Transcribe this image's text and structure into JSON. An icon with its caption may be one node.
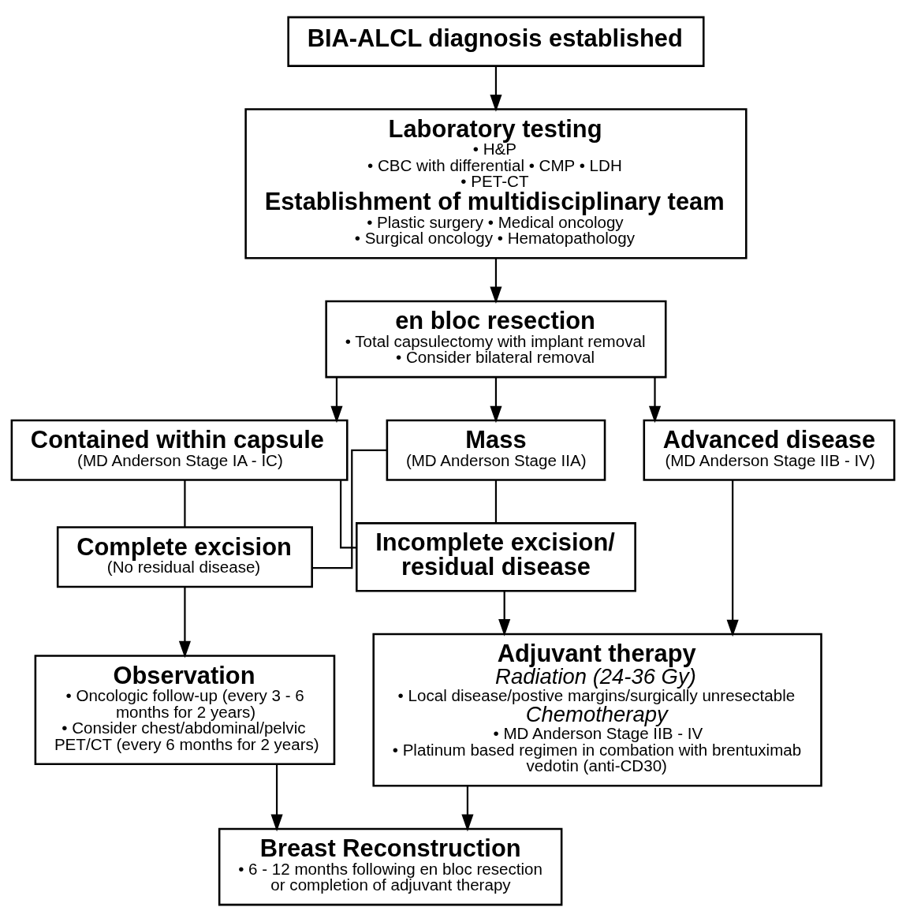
{
  "diagram": {
    "nodes": [
      {
        "text": [
          "BIA-ALCL diagnosis established"
        ]
      },
      {
        "text": [
          "Laboratory testing",
          "• H&P",
          "• CBC with differential • CMP • LDH",
          "• PET-CT",
          "Establishment of multidisciplinary team",
          "• Plastic surgery • Medical oncology",
          "• Surgical oncology • Hematopathology"
        ]
      },
      {
        "text": [
          "en bloc resection",
          "• Total capsulectomy with implant removal",
          "• Consider bilateral removal"
        ]
      },
      {
        "text": [
          "Contained within capsule",
          "(MD Anderson Stage IA - IC)"
        ]
      },
      {
        "text": [
          "Mass",
          "(MD Anderson Stage IIA)"
        ]
      },
      {
        "text": [
          "Advanced disease",
          "(MD Anderson Stage IIB - IV)"
        ]
      },
      {
        "text": [
          "Complete excision",
          "(No residual disease)"
        ]
      },
      {
        "text": [
          "Incomplete excision/ residual disease"
        ]
      },
      {
        "text": [
          "Observation",
          "• Oncologic follow-up (every 3 - 6 months for 2 years)",
          "• Consider chest/abdominal/pelvic PET/CT (every 6 months for 2 years)"
        ]
      },
      {
        "text": [
          "Adjuvant therapy",
          "Radiation (24-36 Gy)",
          "• Local disease/postive margins/surgically unresectable",
          "Chemotherapy",
          "• MD Anderson Stage IIB - IV",
          "• Platinum based regimen in combation with brentuximab vedotin (anti-CD30)"
        ]
      },
      {
        "text": [
          "Breast Reconstruction",
          "• 6 - 12 months following en bloc resection or completion of adjuvant therapy"
        ]
      }
    ],
    "edges": [
      {
        "from": 0,
        "to": 1,
        "arrow": "to"
      },
      {
        "from": 1,
        "to": 2,
        "arrow": "to"
      },
      {
        "from": 2,
        "to": 3,
        "arrow": "to"
      },
      {
        "from": 2,
        "to": 4,
        "arrow": "to"
      },
      {
        "from": 2,
        "to": 5,
        "arrow": "to"
      },
      {
        "from": 3,
        "to": 6,
        "arrow": "none"
      },
      {
        "from": 3,
        "to": 7,
        "arrow": "none"
      },
      {
        "from": 4,
        "to": 6,
        "arrow": "none"
      },
      {
        "from": 4,
        "to": 7,
        "arrow": "none"
      },
      {
        "from": 6,
        "to": 8,
        "arrow": "to"
      },
      {
        "from": 7,
        "to": 9,
        "arrow": "to"
      },
      {
        "from": 5,
        "to": 9,
        "arrow": "to"
      },
      {
        "from": 8,
        "to": 10,
        "arrow": "to"
      },
      {
        "from": 9,
        "to": 10,
        "arrow": "to"
      }
    ]
  }
}
